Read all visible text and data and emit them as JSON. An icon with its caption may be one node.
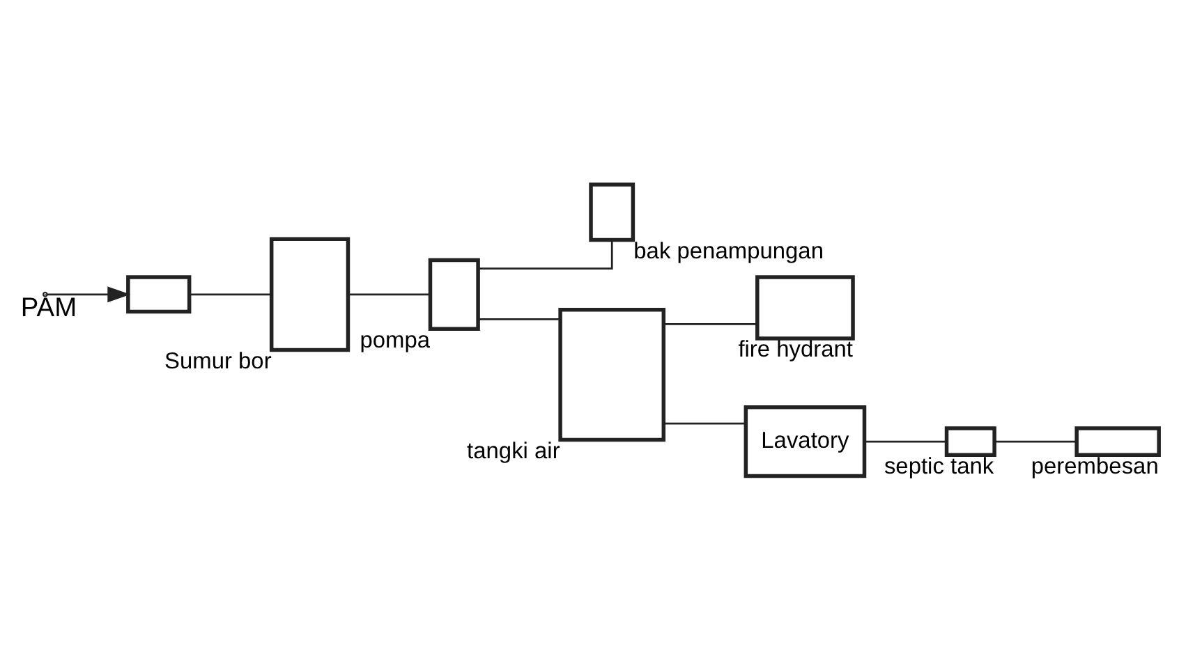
{
  "diagram": {
    "nodes": [
      {
        "text": [],
        "shape": "box"
      },
      {
        "text": [],
        "shape": "box",
        "beside": [
          "Sumur bor"
        ]
      },
      {
        "text": [],
        "shape": "box",
        "beside": [
          "pompa"
        ]
      },
      {
        "text": [],
        "shape": "box",
        "beside": [
          "bak penampungan"
        ]
      },
      {
        "text": [],
        "shape": "box",
        "beside": [
          "tangki air"
        ]
      },
      {
        "text": [],
        "shape": "box",
        "beside": [
          "fire hydrant"
        ]
      },
      {
        "text": [
          "Lavatory"
        ]
      },
      {
        "text": [],
        "shape": "box",
        "beside": [
          "septic tank"
        ]
      },
      {
        "text": [],
        "shape": "box",
        "beside": [
          "perembesan"
        ]
      }
    ],
    "edges": [
      {
        "from": null,
        "to": 0,
        "arrow": "to",
        "label": "PAM"
      },
      {
        "from": 0,
        "to": 1,
        "arrow": "none"
      },
      {
        "from": 1,
        "to": 2,
        "arrow": "none"
      },
      {
        "from": 2,
        "to": 3,
        "arrow": "none"
      },
      {
        "from": 2,
        "to": 4,
        "arrow": "none"
      },
      {
        "from": 4,
        "to": 5,
        "arrow": "none"
      },
      {
        "from": 4,
        "to": 6,
        "arrow": "none"
      },
      {
        "from": 6,
        "to": 7,
        "arrow": "none"
      },
      {
        "from": 7,
        "to": 8,
        "arrow": "none"
      }
    ]
  }
}
